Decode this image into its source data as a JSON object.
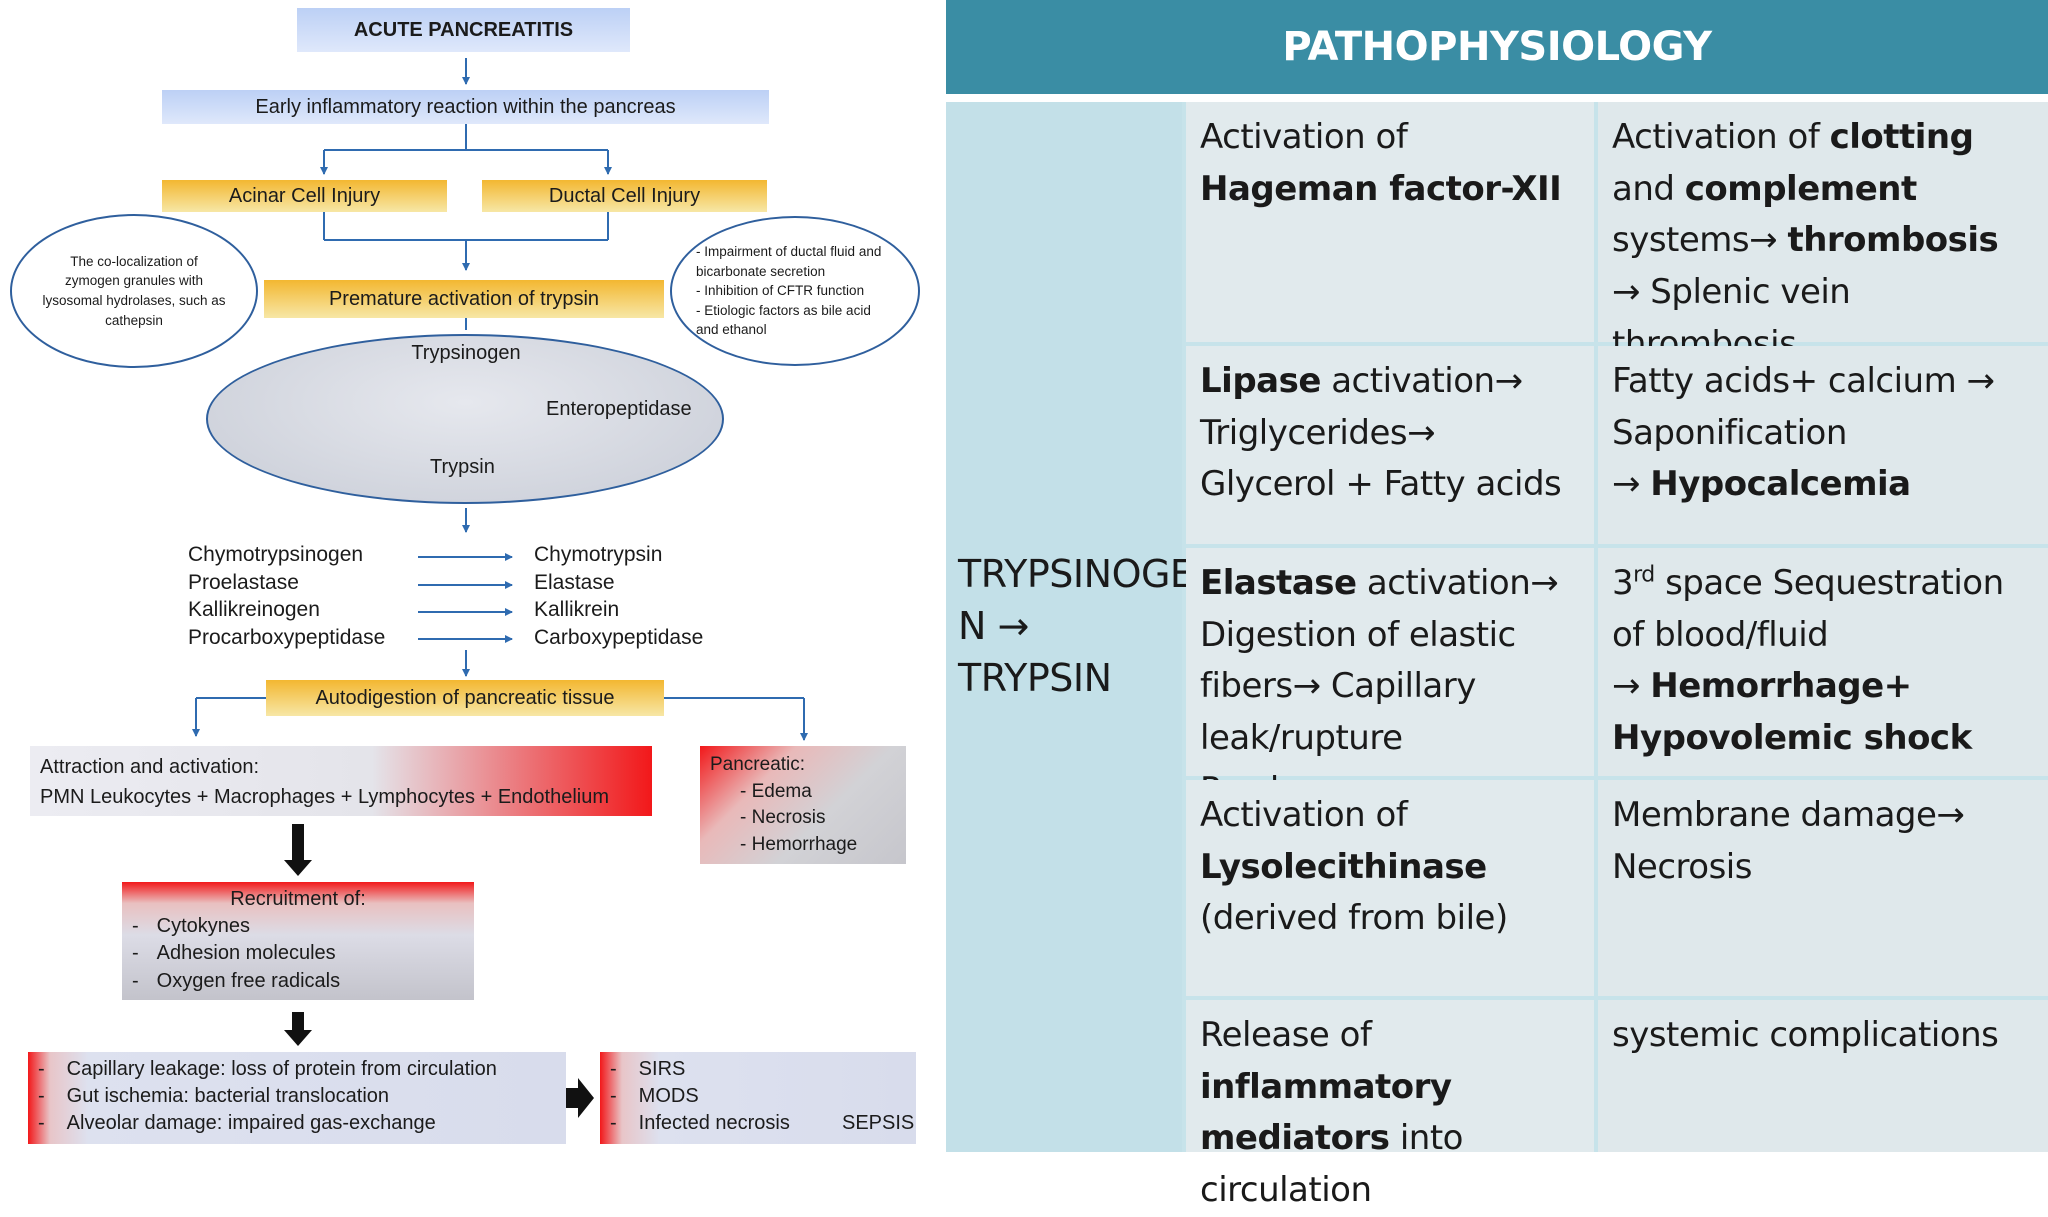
{
  "flow": {
    "title": "ACUTE PANCREATITIS",
    "early": "Early inflammatory reaction within the pancreas",
    "acinar": "Acinar Cell Injury",
    "ductal": "Ductal Cell Injury",
    "premature": "Premature activation of trypsin",
    "left_oval": "The co-localization of zymogen granules with lysosomal hydrolases, such as cathepsin",
    "right_oval": [
      "- Impairment of ductal fluid and bicarbonate secretion",
      "- Inhibition of CFTR function",
      "- Etiologic factors as bile acid and ethanol"
    ],
    "trypsinogen": "Trypsinogen",
    "enteropeptidase": "Enteropeptidase",
    "trypsin": "Trypsin",
    "proenzymes": [
      "Chymotrypsinogen",
      "Proelastase",
      "Kallikreinogen",
      "Procarboxypeptidase"
    ],
    "enzymes": [
      "Chymotrypsin",
      "Elastase",
      "Kallikrein",
      "Carboxypeptidase"
    ],
    "autodigestion": "Autodigestion of pancreatic tissue",
    "attraction_title": "Attraction and activation:",
    "attraction_body": "PMN Leukocytes + Macrophages + Lymphocytes + Endothelium",
    "pancreatic_title": "Pancreatic:",
    "pancreatic_items": [
      "Edema",
      "Necrosis",
      "Hemorrhage"
    ],
    "recruitment_title": "Recruitment of:",
    "recruitment_items": [
      "Cytokynes",
      "Adhesion molecules",
      "Oxygen free radicals"
    ],
    "complications": [
      "Capillary leakage: loss of protein from circulation",
      "Gut ischemia: bacterial translocation",
      "Alveolar damage: impaired gas-exchange"
    ],
    "systemic": [
      "SIRS",
      "MODS",
      "Infected necrosis"
    ],
    "sepsis": "SEPSIS"
  },
  "table": {
    "header": "PATHOPHYSIOLOGY",
    "left_label_1": "TRYPSINOGE",
    "left_label_2": "N → TRYPSIN",
    "rows": [
      {
        "mech": [
          [
            "Activation of ",
            ""
          ],
          [
            "Hageman factor-XII",
            "b"
          ]
        ],
        "effect": [
          [
            "Activation of ",
            ""
          ],
          [
            "clotting",
            "b"
          ],
          [
            " and ",
            ""
          ],
          [
            "complement",
            "b"
          ],
          [
            " systems→ ",
            ""
          ],
          [
            "thrombosis",
            "b"
          ],
          [
            "\n→ Splenic vein thrombosis",
            ""
          ]
        ]
      },
      {
        "mech": [
          [
            "Lipase",
            "b"
          ],
          [
            " activation→ Triglycerides→ Glycerol + Fatty acids",
            ""
          ]
        ],
        "effect": [
          [
            "Fatty acids+ calcium → Saponification\n→ ",
            ""
          ],
          [
            "Hypocalcemia",
            "b"
          ]
        ]
      },
      {
        "mech": [
          [
            "Elastase",
            "b"
          ],
          [
            " activation→ Digestion of elastic fibers→ Capillary leak/rupture Psudoanurysm",
            ""
          ]
        ],
        "effect": [
          [
            "3",
            ""
          ],
          [
            "rd",
            "sup"
          ],
          [
            " space Sequestration of blood/fluid\n→ ",
            ""
          ],
          [
            "Hemorrhage+ Hypovolemic shock",
            "b"
          ]
        ]
      },
      {
        "mech": [
          [
            "Activation of ",
            ""
          ],
          [
            "Lysolecithinase",
            "b"
          ],
          [
            " (derived from bile)",
            ""
          ]
        ],
        "effect": [
          [
            "Membrane damage→ Necrosis",
            ""
          ]
        ]
      },
      {
        "mech": [
          [
            "Release of ",
            ""
          ],
          [
            "inflammatory mediators",
            "b"
          ],
          [
            " into circulation",
            ""
          ]
        ],
        "effect": [
          [
            "systemic complications",
            ""
          ]
        ]
      }
    ]
  }
}
